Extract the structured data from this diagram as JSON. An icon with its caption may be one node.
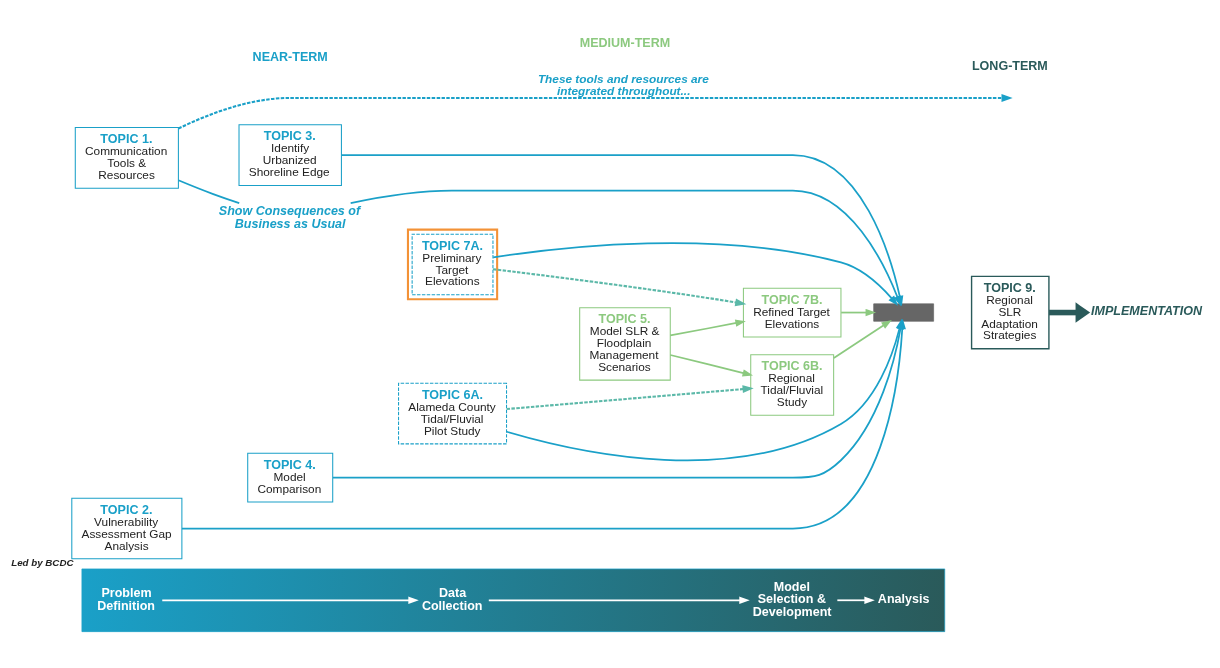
{
  "diagram": {
    "nodes": [
      {
        "text": [],
        "shape": "bar"
      },
      {
        "text": [
          "Problem Definition"
        ],
        "in": 0
      },
      {
        "text": [
          "Data Collection"
        ],
        "in": 0
      },
      {
        "text": [
          "Model Selection & Development"
        ],
        "in": 0
      },
      {
        "text": [
          "Analysis"
        ],
        "in": 0
      },
      {
        "text": [
          "TOPIC 1.",
          "Communication Tools & Resources"
        ]
      },
      {
        "text": [
          "Show Consequences of Business as Usual"
        ]
      },
      {
        "text": [
          "TOPIC 4.",
          "Model Comparison"
        ]
      },
      {
        "text": [],
        "shape": "box"
      },
      {
        "text": [
          "TOPIC 7A.",
          "Preliminary Target Elevations"
        ],
        "in": 8
      },
      {
        "text": [
          "TOPIC 7B.",
          "Refined Target Elevations"
        ]
      },
      {
        "text": [],
        "shape": "bar"
      },
      {
        "text": [
          "TOPIC 5.",
          "Model SLR & Floodplain Management Scenarios"
        ]
      },
      {
        "text": [
          "TOPIC 9.",
          "Regional SLR Adaptation Strategies"
        ]
      },
      {
        "text": [
          "IMPLEMENTATION"
        ]
      },
      {
        "text": [
          "TOPIC 2.",
          "Vulnerability Assessment Gap Analysis"
        ],
        "beside": [
          "Led by BCDC"
        ]
      },
      {
        "text": [
          "TOPIC 3.",
          "Identify Urbanized Shoreline Edge"
        ]
      },
      {
        "text": [
          "TOPIC 6A.",
          "Alameda County Tidal/Fluvial Pilot Study"
        ]
      },
      {
        "text": [
          "TOPIC 6B.",
          "Regional Tidal/Fluvial Study"
        ]
      }
    ],
    "edges": [
      {
        "from": 1,
        "to": 2,
        "arrow": "to",
        "color": "#ffffff"
      },
      {
        "from": 2,
        "to": 3,
        "arrow": "to",
        "color": "#ffffff"
      },
      {
        "from": 3,
        "to": 4,
        "arrow": "to",
        "color": "#ffffff"
      },
      {
        "from": 5,
        "to": null,
        "arrow": "to",
        "style": "dashed",
        "label": "These tools and resources are integrated throughout..."
      },
      {
        "from": 5,
        "to": 6,
        "arrow": "none"
      },
      {
        "from": 6,
        "to": 11,
        "arrow": "to"
      },
      {
        "from": 7,
        "to": 11,
        "arrow": "to"
      },
      {
        "from": 9,
        "to": 11,
        "arrow": "to"
      },
      {
        "from": 15,
        "to": 11,
        "arrow": "to"
      },
      {
        "from": 16,
        "to": 11,
        "arrow": "to"
      },
      {
        "from": 17,
        "to": 11,
        "arrow": "to"
      },
      {
        "from": 9,
        "to": 10,
        "arrow": "to",
        "style": "dashed",
        "color": "#5bb8a8"
      },
      {
        "from": 17,
        "to": 18,
        "arrow": "to",
        "style": "dashed",
        "color": "#5bb8a8"
      },
      {
        "from": 12,
        "to": 10,
        "arrow": "to",
        "color": "#8cc97f"
      },
      {
        "from": 12,
        "to": 18,
        "arrow": "to",
        "color": "#8cc97f"
      },
      {
        "from": 10,
        "to": 11,
        "arrow": "to",
        "color": "#8cc97f"
      },
      {
        "from": 18,
        "to": 11,
        "arrow": "to",
        "color": "#8cc97f"
      },
      {
        "from": 13,
        "to": 14,
        "arrow": "to",
        "style": "thick",
        "color": "#2a5a5a"
      }
    ],
    "labels": [
      "NEAR-TERM",
      "MEDIUM-TERM",
      "LONG-TERM"
    ]
  }
}
